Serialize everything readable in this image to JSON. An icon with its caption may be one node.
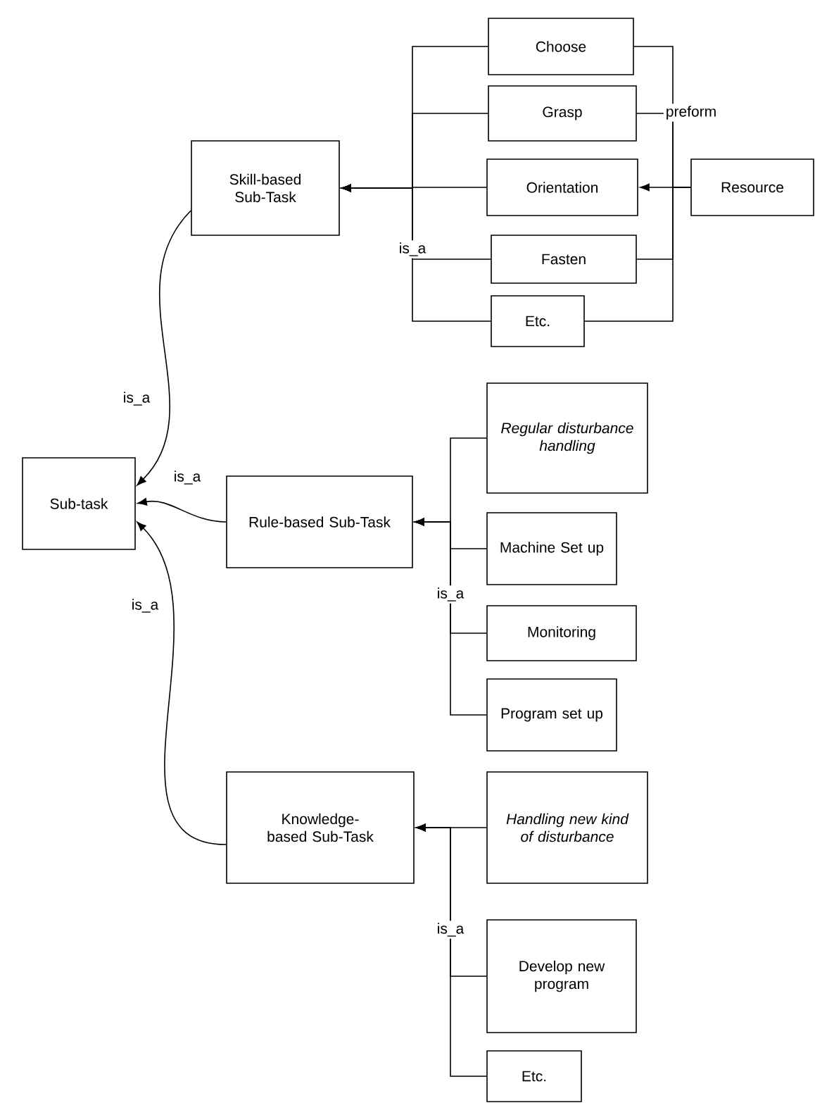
{
  "diagram": {
    "nodes": [
      {
        "text": [
          "Sub-task"
        ]
      },
      {
        "text": [
          "Skill-based Sub-Task"
        ]
      },
      {
        "text": [
          "Choose"
        ]
      },
      {
        "text": [
          "Grasp"
        ]
      },
      {
        "text": [
          "Orientation"
        ]
      },
      {
        "text": [
          "Resource"
        ]
      },
      {
        "text": [
          "Fasten"
        ]
      },
      {
        "text": [
          "Etc."
        ]
      },
      {
        "text": [
          "Rule-based Sub-Task"
        ]
      },
      {
        "text": [
          "Regular disturbance handling"
        ]
      },
      {
        "text": [
          "Machine Set up"
        ]
      },
      {
        "text": [
          "Monitoring"
        ]
      },
      {
        "text": [
          "Program set up"
        ]
      },
      {
        "text": [
          "Knowledge-based Sub-Task"
        ]
      },
      {
        "text": [
          "Handling new kind of disturbance"
        ]
      },
      {
        "text": [
          "Develop new program"
        ]
      },
      {
        "text": [
          "Etc."
        ]
      }
    ],
    "edges": [
      {
        "from": 1,
        "to": 0,
        "arrow": "to",
        "label": "is_a"
      },
      {
        "from": 8,
        "to": 0,
        "arrow": "to",
        "label": "is_a"
      },
      {
        "from": 13,
        "to": 0,
        "arrow": "to",
        "label": "is_a"
      },
      {
        "from": 2,
        "to": 1,
        "arrow": "to"
      },
      {
        "from": 3,
        "to": 1,
        "arrow": "to"
      },
      {
        "from": 4,
        "to": 1,
        "arrow": "to"
      },
      {
        "from": 6,
        "to": 1,
        "arrow": "to",
        "label": "is_a"
      },
      {
        "from": 7,
        "to": 1,
        "arrow": "to"
      },
      {
        "from": 5,
        "to": 4,
        "arrow": "to"
      },
      {
        "from": 5,
        "to": 2,
        "arrow": "none",
        "label": "preform"
      },
      {
        "from": 5,
        "to": 3,
        "arrow": "none"
      },
      {
        "from": 5,
        "to": 6,
        "arrow": "none"
      },
      {
        "from": 5,
        "to": 7,
        "arrow": "none"
      },
      {
        "from": 9,
        "to": 8,
        "arrow": "to"
      },
      {
        "from": 10,
        "to": 8,
        "arrow": "to"
      },
      {
        "from": 11,
        "to": 8,
        "arrow": "to",
        "label": "is_a"
      },
      {
        "from": 12,
        "to": 8,
        "arrow": "to"
      },
      {
        "from": 14,
        "to": 13,
        "arrow": "to"
      },
      {
        "from": 15,
        "to": 13,
        "arrow": "to",
        "label": "is_a"
      },
      {
        "from": 16,
        "to": 13,
        "arrow": "to"
      }
    ]
  }
}
